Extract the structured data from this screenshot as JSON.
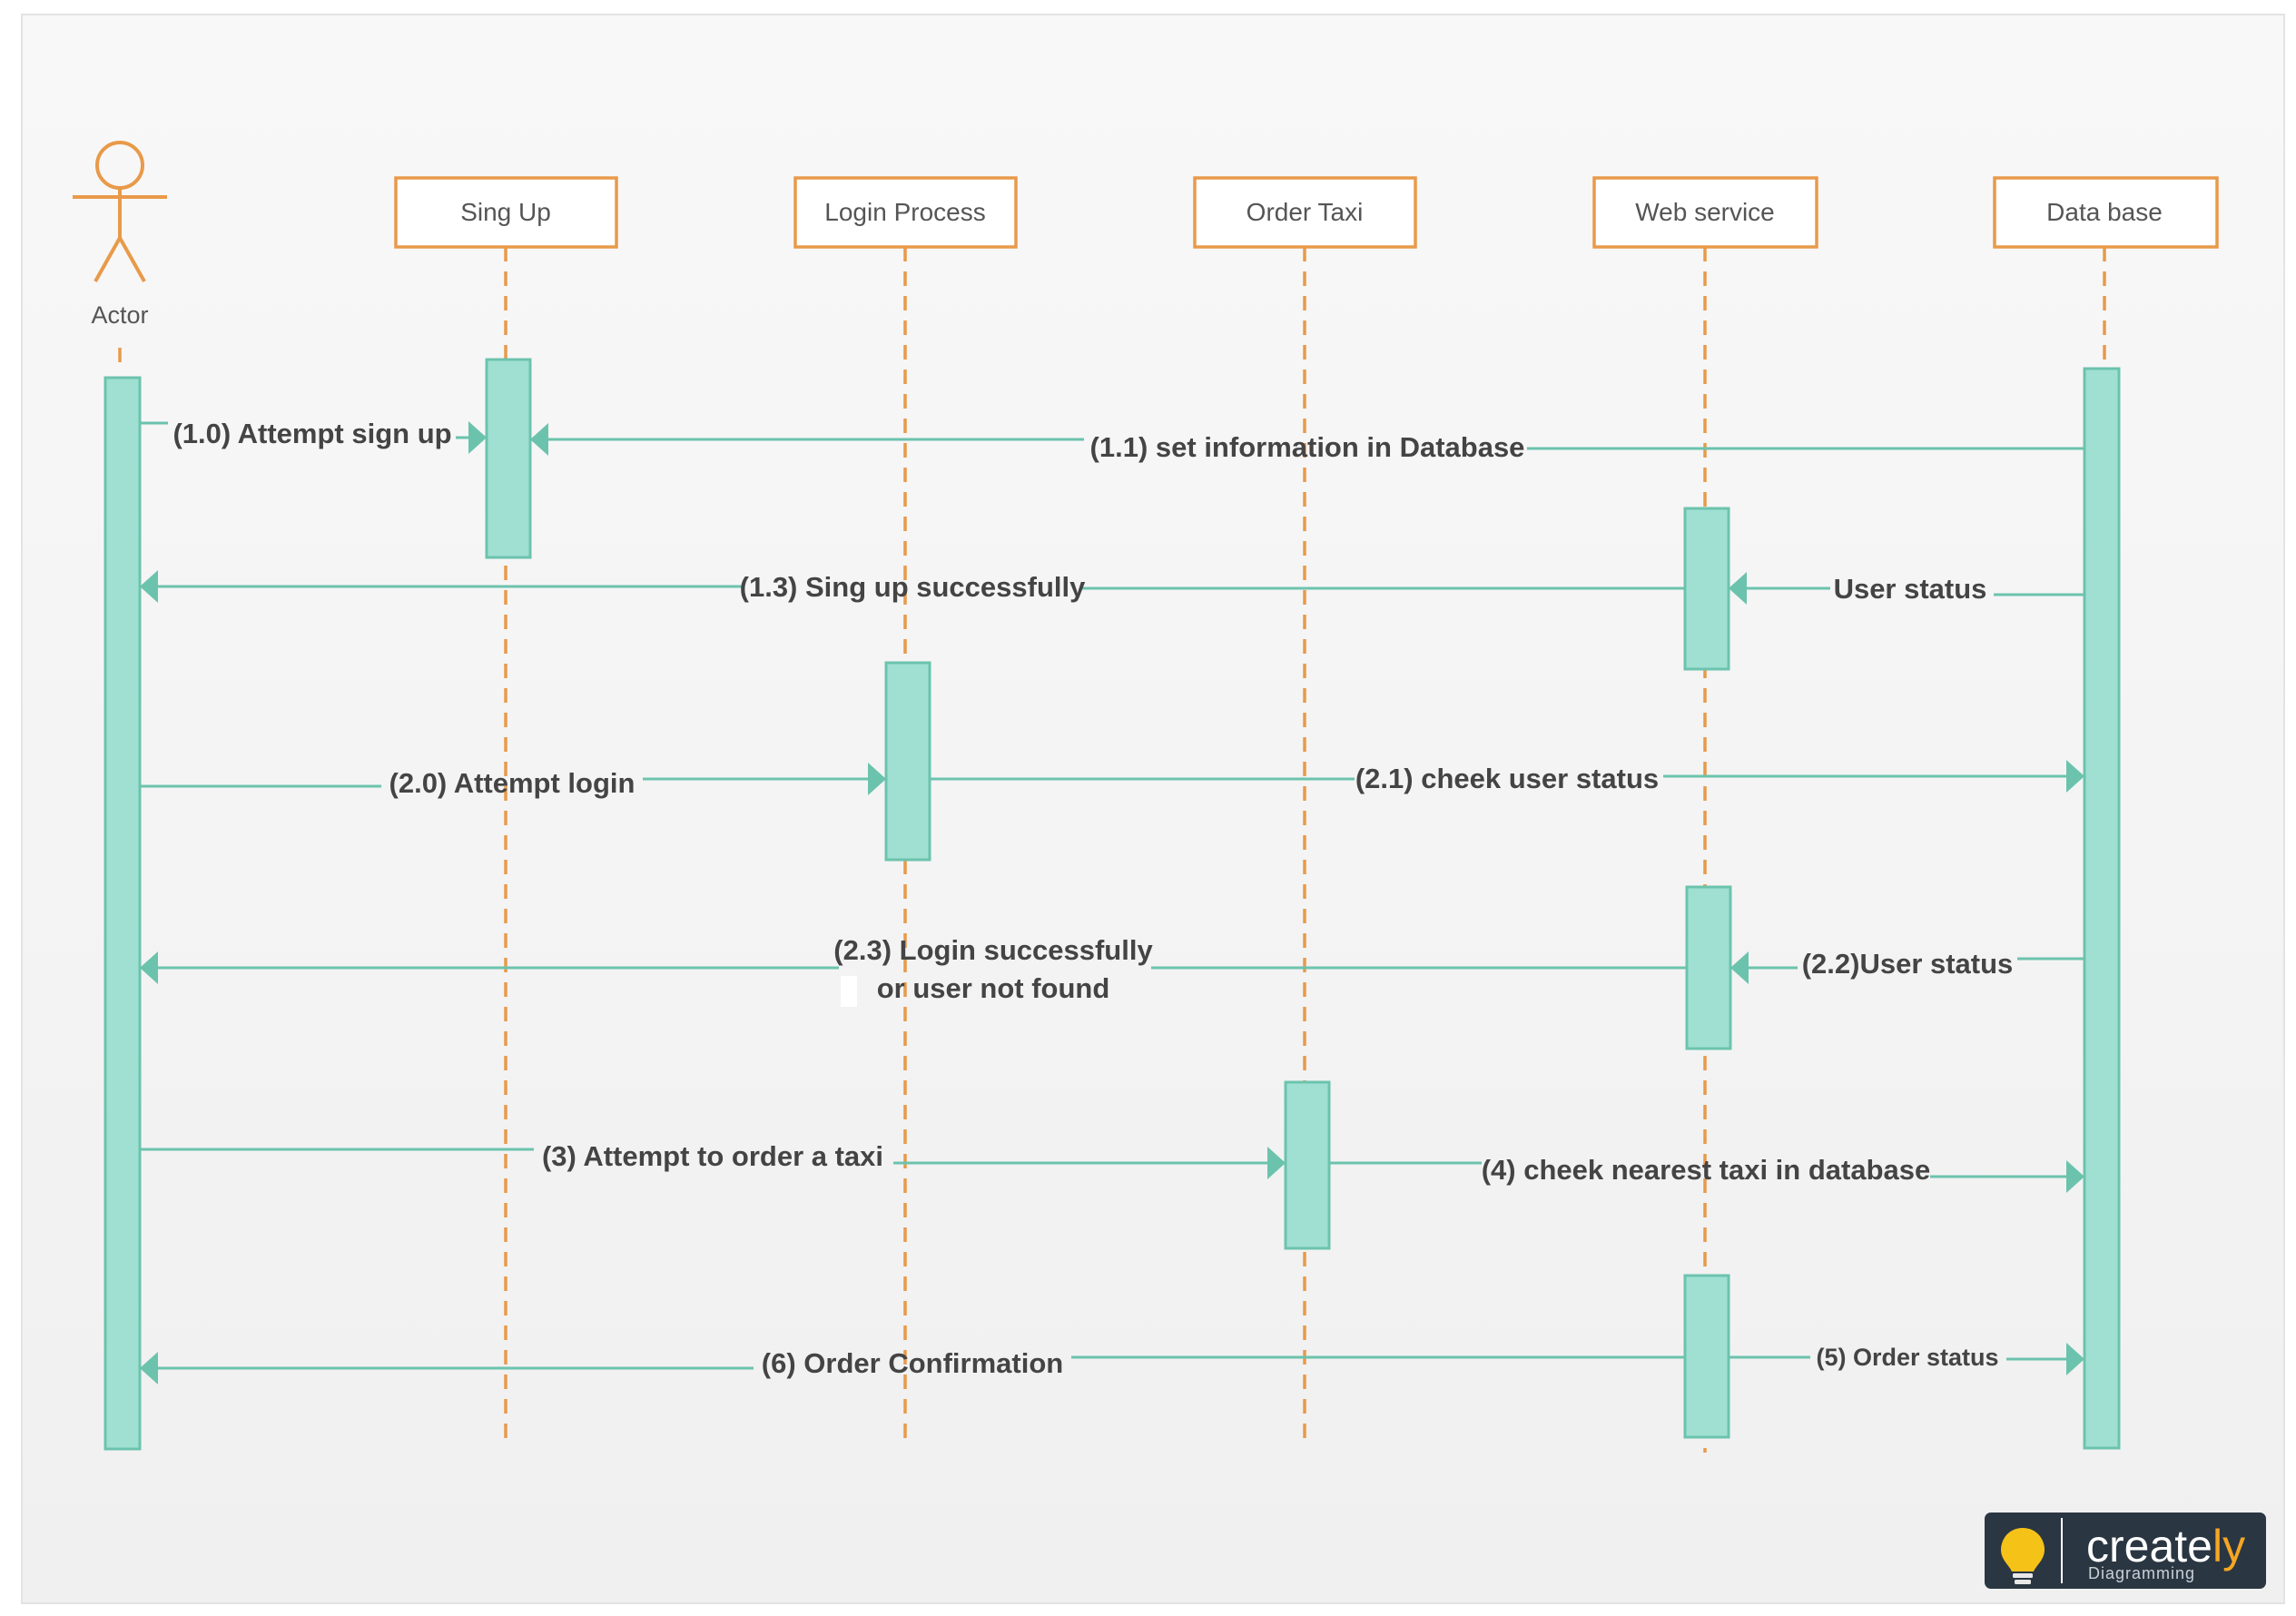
{
  "diagram": {
    "colors": {
      "border": "#e3e3e3",
      "bg_top": "#f8f8f8",
      "bg_bottom": "#f0f0f0",
      "orange": "#e89a4a",
      "teal_fill": "#9fe0d2",
      "teal_stroke": "#6cc3ad",
      "text": "#444444",
      "head_text": "#555555"
    },
    "actor": {
      "name": "Actor"
    },
    "lifelines": [
      {
        "id": "signup",
        "label": "Sing Up"
      },
      {
        "id": "login",
        "label": "Login Process"
      },
      {
        "id": "order",
        "label": "Order Taxi"
      },
      {
        "id": "web",
        "label": "Web service"
      },
      {
        "id": "db",
        "label": "Data base"
      }
    ],
    "messages": [
      {
        "id": "m10",
        "label": "(1.0) Attempt sign up",
        "from": "actor",
        "to": "signup"
      },
      {
        "id": "m11",
        "label": "(1.1) set information in Database",
        "from": "db",
        "to": "signup"
      },
      {
        "id": "mus",
        "label": "User status",
        "from": "db",
        "to": "web"
      },
      {
        "id": "m13",
        "label": "(1.3) Sing up successfully",
        "from": "web",
        "to": "actor"
      },
      {
        "id": "m20",
        "label": "(2.0) Attempt login",
        "from": "actor",
        "to": "login"
      },
      {
        "id": "m21",
        "label": "(2.1) cheek user status",
        "from": "login",
        "to": "db"
      },
      {
        "id": "m22",
        "label": "(2.2)User status",
        "from": "db",
        "to": "web"
      },
      {
        "id": "m23",
        "label": "(2.3) Login successfully",
        "label2": "or user not found",
        "from": "web",
        "to": "actor"
      },
      {
        "id": "m3",
        "label": "(3) Attempt to order a taxi",
        "from": "actor",
        "to": "order"
      },
      {
        "id": "m4",
        "label": "(4) cheek nearest taxi in database",
        "from": "order",
        "to": "db"
      },
      {
        "id": "m5",
        "label": "(5) Order status",
        "from": "web",
        "to": "db"
      },
      {
        "id": "m6",
        "label": "(6) Order Confirmation",
        "from": "web",
        "to": "actor"
      }
    ],
    "logo": {
      "name": "creately",
      "tagline": "Diagramming",
      "icon": "lightbulb-icon"
    }
  }
}
